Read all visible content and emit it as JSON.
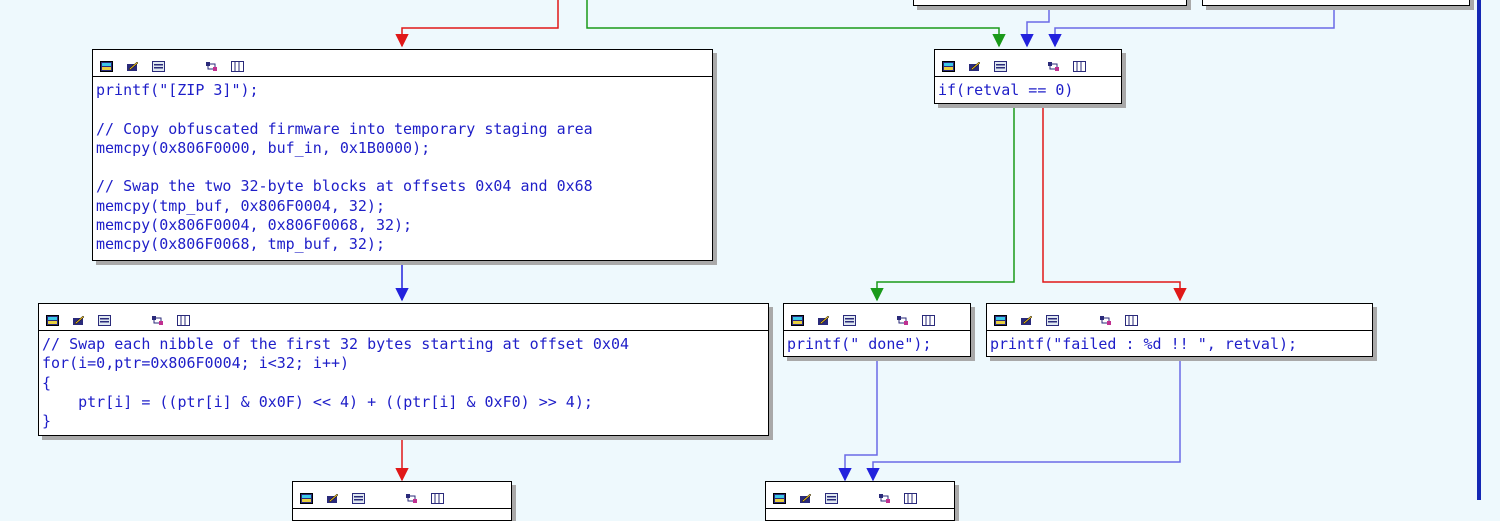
{
  "colors": {
    "background": "#eef9fd",
    "code_text": "#1e1ec8",
    "edge_true": "#1a9a1a",
    "edge_false": "#e01818",
    "edge_unconditional": "#2222dd",
    "edge_merge": "#6a6ae6"
  },
  "header_icons": [
    "graph-icon",
    "edit-icon",
    "list-icon",
    "cross-ref-icon",
    "segment-icon"
  ],
  "nodes": {
    "zip3": {
      "lines": [
        "printf(\"[ZIP 3]\");",
        "",
        "// Copy obfuscated firmware into temporary staging area",
        "memcpy(0x806F0000, buf_in, 0x1B0000);",
        "",
        "// Swap the two 32-byte blocks at offsets 0x04 and 0x68",
        "memcpy(tmp_buf, 0x806F0004, 32);",
        "memcpy(0x806F0004, 0x806F0068, 32);",
        "memcpy(0x806F0068, tmp_buf, 32);"
      ]
    },
    "nibble_swap": {
      "lines": [
        "// Swap each nibble of the first 32 bytes starting at offset 0x04",
        "for(i=0,ptr=0x806F0004; i<32; i++)",
        "{",
        "    ptr[i] = ((ptr[i] & 0x0F) << 4) + ((ptr[i] & 0xF0) >> 4);",
        "}"
      ]
    },
    "retval_check": {
      "lines": [
        "if(retval == 0)"
      ]
    },
    "done": {
      "lines": [
        "printf(\" done\");"
      ]
    },
    "failed": {
      "lines": [
        "printf(\"failed : %d !! \", retval);"
      ]
    },
    "top_left_partial": {
      "lines": [
        "___________(___)_)"
      ]
    },
    "top_right_partial": {
      "lines": [
        "___________(___)_)"
      ]
    }
  }
}
